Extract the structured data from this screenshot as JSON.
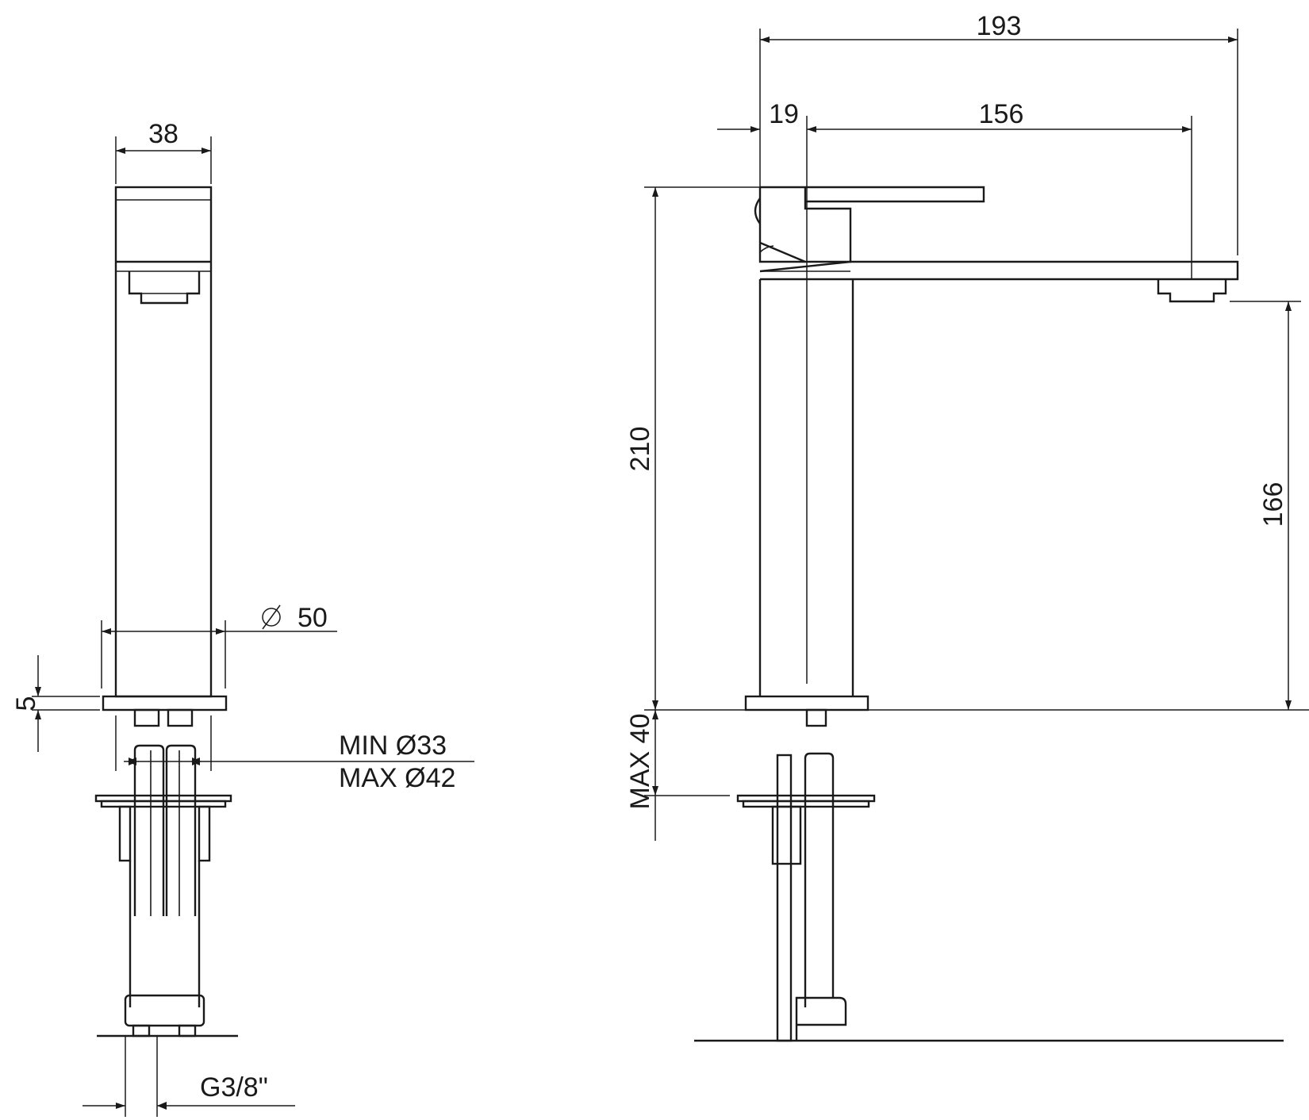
{
  "front_view": {
    "width_label": "38",
    "base_diameter_label": "50",
    "base_thickness_label": "5",
    "hole_min_label": "MIN Ø33",
    "hole_max_label": "MAX Ø42",
    "thread_label": "G3/8\""
  },
  "side_view": {
    "overall_length_label": "193",
    "lever_offset_label": "19",
    "spout_reach_label": "156",
    "total_height_label": "210",
    "outlet_height_label": "166",
    "max_deck_label": "MAX 40"
  },
  "icons": {
    "diameter_symbol": "⌀"
  }
}
